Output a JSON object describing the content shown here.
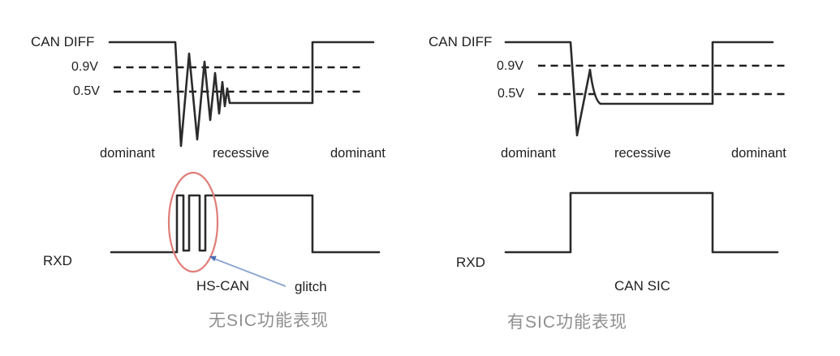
{
  "diagram_title_implicit": "CAN signal behavior with and without SIC",
  "colors": {
    "waveform": "#2b2b2b",
    "threshold_dash": "#1f1f1f",
    "glitch_circle": "#e07d77",
    "glitch_arrow_line": "#8aa4d0",
    "glitch_arrow_head": "#4d6fb8",
    "caption_gray": "#8f8f8f",
    "label_text": "#1f1f1f",
    "background": "#ffffff"
  },
  "panels": [
    {
      "signal_label": "CAN DIFF",
      "thresholds": [
        "0.9V",
        "0.5V"
      ],
      "phases": [
        "dominant",
        "recessive",
        "dominant"
      ],
      "rxd_label": "RXD",
      "bus_label": "HS-CAN",
      "glitch_label": "glitch",
      "caption": "无SIC功能表现",
      "behavior": "ringing oscillation on CAN DIFF crossing 0.9V/0.5V thresholds causes glitch pulses on RXD"
    },
    {
      "signal_label": "CAN DIFF",
      "thresholds": [
        "0.9V",
        "0.5V"
      ],
      "phases": [
        "dominant",
        "recessive",
        "dominant"
      ],
      "rxd_label": "RXD",
      "bus_label": "CAN SIC",
      "caption": "有SIC功能表现",
      "behavior": "single damped undershoot/overshoot on CAN DIFF, clean RXD pulse"
    }
  ]
}
